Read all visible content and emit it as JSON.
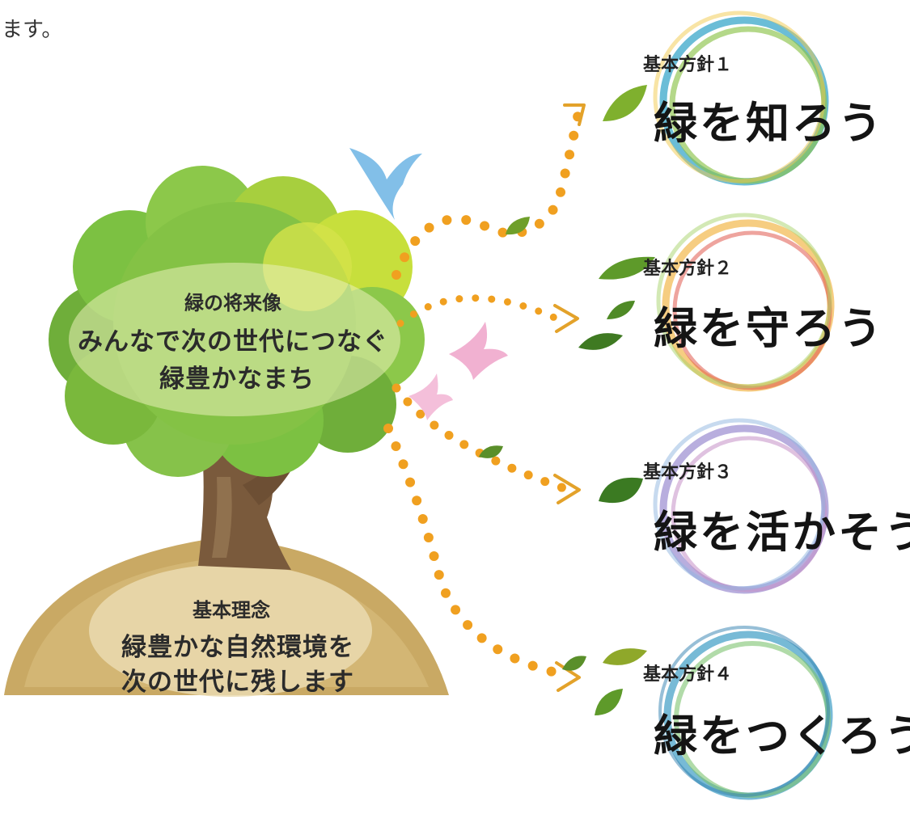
{
  "top_fragment": "ます。",
  "vision": {
    "heading": "緑の将来像",
    "line1": "みんなで次の世代につなぐ",
    "line2": "緑豊かなまち"
  },
  "philosophy": {
    "heading": "基本理念",
    "line1": "緑豊かな自然環境を",
    "line2": "次の世代に残します"
  },
  "policies": [
    {
      "number": "基本方針１",
      "title": "緑を知ろう",
      "ring_colors": [
        "#3aa7c9",
        "#8cc34a",
        "#f2c94c"
      ]
    },
    {
      "number": "基本方針２",
      "title": "緑を守ろう",
      "ring_colors": [
        "#f2b84b",
        "#e05a4f",
        "#a8d36b"
      ]
    },
    {
      "number": "基本方針３",
      "title": "緑を活かそう",
      "ring_colors": [
        "#9a8cd0",
        "#c58fc7",
        "#8fb6e0"
      ]
    },
    {
      "number": "基本方針４",
      "title": "緑をつくろう",
      "ring_colors": [
        "#4aa3c8",
        "#7dc36f",
        "#2f7fb0"
      ]
    }
  ],
  "colors": {
    "tree_green": "#7cc142",
    "tree_light": "#c7df3c",
    "trunk": "#7a5a3c",
    "hill": "#c7a763",
    "dots": "#f0a020",
    "bird_blue": "#74b8e6",
    "bird_pink": "#f0a9cc",
    "leaf": "#5a9a2c"
  }
}
